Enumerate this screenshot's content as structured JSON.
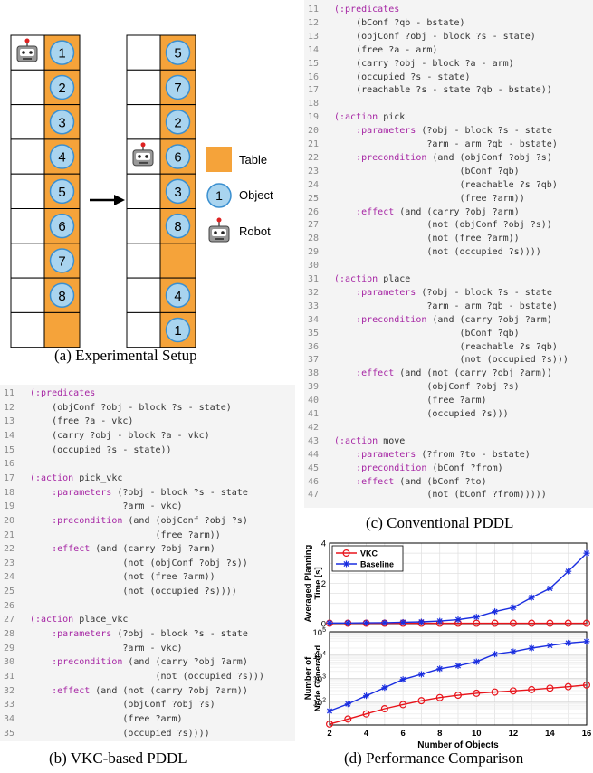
{
  "setup": {
    "before_numbers": [
      "1",
      "2",
      "3",
      "4",
      "5",
      "6",
      "7",
      "8"
    ],
    "after_numbers": [
      "5",
      "7",
      "2",
      "6",
      "3",
      "8",
      "4",
      "1"
    ],
    "legend": {
      "table": "Table",
      "object_num": "1",
      "object": "Object",
      "robot": "Robot"
    },
    "colors": {
      "table": "#f5a33a",
      "object": "#a9d4ef",
      "object_border": "#3a8fd0"
    }
  },
  "captions": {
    "a": "(a) Experimental Setup",
    "b": "(b) VKC-based PDDL",
    "c": "(c) Conventional PDDL",
    "d": "(d) Performance Comparison"
  },
  "code_b": {
    "lines": [
      {
        "n": "11",
        "t": "(:predicates"
      },
      {
        "n": "12",
        "t": "    (objConf ?obj - block ?s - state)"
      },
      {
        "n": "13",
        "t": "    (free ?a - vkc)"
      },
      {
        "n": "14",
        "t": "    (carry ?obj - block ?a - vkc)"
      },
      {
        "n": "15",
        "t": "    (occupied ?s - state))"
      },
      {
        "n": "16",
        "t": ""
      },
      {
        "n": "17",
        "t": "(:action pick_vkc"
      },
      {
        "n": "18",
        "t": "    :parameters (?obj - block ?s - state"
      },
      {
        "n": "19",
        "t": "                 ?arm - vkc)"
      },
      {
        "n": "20",
        "t": "    :precondition (and (objConf ?obj ?s)"
      },
      {
        "n": "21",
        "t": "                       (free ?arm))"
      },
      {
        "n": "22",
        "t": "    :effect (and (carry ?obj ?arm)"
      },
      {
        "n": "23",
        "t": "                 (not (objConf ?obj ?s))"
      },
      {
        "n": "24",
        "t": "                 (not (free ?arm))"
      },
      {
        "n": "25",
        "t": "                 (not (occupied ?s))))"
      },
      {
        "n": "26",
        "t": ""
      },
      {
        "n": "27",
        "t": "(:action place_vkc"
      },
      {
        "n": "28",
        "t": "    :parameters (?obj - block ?s - state"
      },
      {
        "n": "29",
        "t": "                 ?arm - vkc)"
      },
      {
        "n": "30",
        "t": "    :precondition (and (carry ?obj ?arm)"
      },
      {
        "n": "31",
        "t": "                       (not (occupied ?s)))"
      },
      {
        "n": "32",
        "t": "    :effect (and (not (carry ?obj ?arm))"
      },
      {
        "n": "33",
        "t": "                 (objConf ?obj ?s)"
      },
      {
        "n": "34",
        "t": "                 (free ?arm)"
      },
      {
        "n": "35",
        "t": "                 (occupied ?s))))"
      }
    ]
  },
  "code_c": {
    "lines": [
      {
        "n": "11",
        "t": "(:predicates"
      },
      {
        "n": "12",
        "t": "    (bConf ?qb - bstate)"
      },
      {
        "n": "13",
        "t": "    (objConf ?obj - block ?s - state)"
      },
      {
        "n": "14",
        "t": "    (free ?a - arm)"
      },
      {
        "n": "15",
        "t": "    (carry ?obj - block ?a - arm)"
      },
      {
        "n": "16",
        "t": "    (occupied ?s - state)"
      },
      {
        "n": "17",
        "t": "    (reachable ?s - state ?qb - bstate))"
      },
      {
        "n": "18",
        "t": ""
      },
      {
        "n": "19",
        "t": "(:action pick"
      },
      {
        "n": "20",
        "t": "    :parameters (?obj - block ?s - state"
      },
      {
        "n": "21",
        "t": "                 ?arm - arm ?qb - bstate)"
      },
      {
        "n": "22",
        "t": "    :precondition (and (objConf ?obj ?s)"
      },
      {
        "n": "23",
        "t": "                       (bConf ?qb)"
      },
      {
        "n": "24",
        "t": "                       (reachable ?s ?qb)"
      },
      {
        "n": "25",
        "t": "                       (free ?arm))"
      },
      {
        "n": "26",
        "t": "    :effect (and (carry ?obj ?arm)"
      },
      {
        "n": "27",
        "t": "                 (not (objConf ?obj ?s))"
      },
      {
        "n": "28",
        "t": "                 (not (free ?arm))"
      },
      {
        "n": "29",
        "t": "                 (not (occupied ?s))))"
      },
      {
        "n": "30",
        "t": ""
      },
      {
        "n": "31",
        "t": "(:action place"
      },
      {
        "n": "32",
        "t": "    :parameters (?obj - block ?s - state"
      },
      {
        "n": "33",
        "t": "                 ?arm - arm ?qb - bstate)"
      },
      {
        "n": "34",
        "t": "    :precondition (and (carry ?obj ?arm)"
      },
      {
        "n": "35",
        "t": "                       (bConf ?qb)"
      },
      {
        "n": "36",
        "t": "                       (reachable ?s ?qb)"
      },
      {
        "n": "37",
        "t": "                       (not (occupied ?s)))"
      },
      {
        "n": "38",
        "t": "    :effect (and (not (carry ?obj ?arm))"
      },
      {
        "n": "39",
        "t": "                 (objConf ?obj ?s)"
      },
      {
        "n": "40",
        "t": "                 (free ?arm)"
      },
      {
        "n": "41",
        "t": "                 (occupied ?s)))"
      },
      {
        "n": "42",
        "t": ""
      },
      {
        "n": "43",
        "t": "(:action move"
      },
      {
        "n": "44",
        "t": "    :parameters (?from ?to - bstate)"
      },
      {
        "n": "45",
        "t": "    :precondition (bConf ?from)"
      },
      {
        "n": "46",
        "t": "    :effect (and (bConf ?to)"
      },
      {
        "n": "47",
        "t": "                 (not (bConf ?from)))))"
      }
    ]
  },
  "chart_data": [
    {
      "type": "line",
      "title": "",
      "xlabel": "",
      "ylabel": "Averaged Planning Time [s]",
      "x": [
        2,
        3,
        4,
        5,
        6,
        7,
        8,
        9,
        10,
        11,
        12,
        13,
        14,
        15,
        16
      ],
      "xlim": [
        2,
        16
      ],
      "ylim": [
        0,
        4
      ],
      "yticks": [
        "0",
        "2",
        "4"
      ],
      "grid": true,
      "legend_position": "top-left",
      "series": [
        {
          "name": "VKC",
          "color": "#e8141b",
          "marker": "circle",
          "values": [
            0.02,
            0.02,
            0.02,
            0.02,
            0.02,
            0.02,
            0.02,
            0.02,
            0.02,
            0.02,
            0.02,
            0.02,
            0.02,
            0.02,
            0.02
          ]
        },
        {
          "name": "Baseline",
          "color": "#1a2ee0",
          "marker": "star",
          "values": [
            0.03,
            0.03,
            0.04,
            0.05,
            0.07,
            0.09,
            0.13,
            0.2,
            0.33,
            0.6,
            0.8,
            1.3,
            1.75,
            2.6,
            3.5
          ]
        }
      ]
    },
    {
      "type": "line",
      "title": "",
      "xlabel": "Number of Objects",
      "ylabel": "Number of Node Generated",
      "x": [
        2,
        3,
        4,
        5,
        6,
        7,
        8,
        9,
        10,
        11,
        12,
        13,
        14,
        15,
        16
      ],
      "xlim": [
        2,
        16
      ],
      "ylim": [
        10,
        100000
      ],
      "yscale": "log",
      "yticks": [
        "10^2",
        "10^3",
        "10^4",
        "10^5"
      ],
      "xticks": [
        "2",
        "4",
        "6",
        "8",
        "10",
        "12",
        "14",
        "16"
      ],
      "grid": true,
      "series": [
        {
          "name": "VKC",
          "color": "#e8141b",
          "marker": "circle",
          "values": [
            11,
            18,
            30,
            50,
            75,
            110,
            150,
            190,
            230,
            260,
            290,
            330,
            380,
            440,
            520
          ]
        },
        {
          "name": "Baseline",
          "color": "#1a2ee0",
          "marker": "star",
          "values": [
            40,
            80,
            180,
            400,
            900,
            1500,
            2600,
            3500,
            5200,
            11000,
            14000,
            20000,
            26000,
            33000,
            38000
          ]
        }
      ]
    }
  ]
}
